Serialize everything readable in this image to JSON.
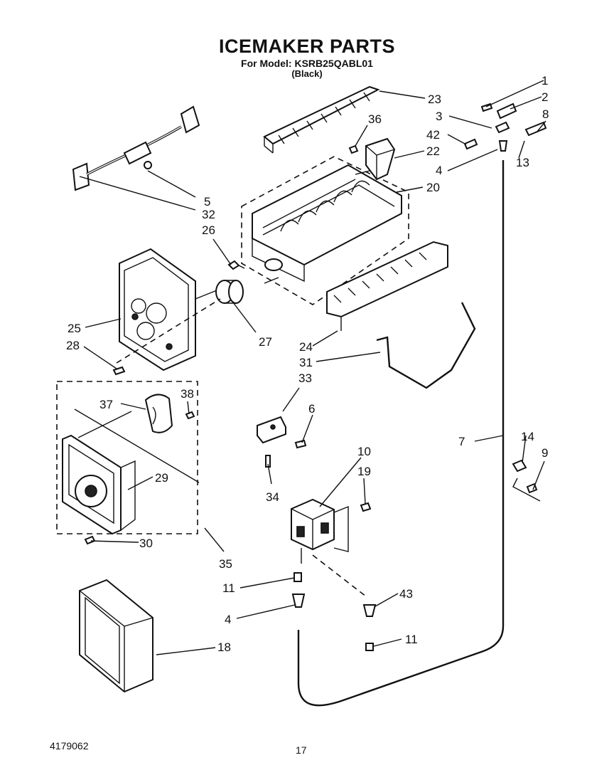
{
  "header": {
    "title": "ICEMAKER PARTS",
    "model_line": "For Model: KSRB25QABL01",
    "color_line": "(Black)"
  },
  "footer": {
    "document_number": "4179062",
    "page_number": "17"
  },
  "callouts": {
    "c1": "1",
    "c2": "2",
    "c3": "3",
    "c4a": "4",
    "c4b": "4",
    "c5": "5",
    "c6": "6",
    "c7": "7",
    "c8": "8",
    "c9": "9",
    "c10": "10",
    "c11a": "11",
    "c11b": "11",
    "c13": "13",
    "c14": "14",
    "c18": "18",
    "c19": "19",
    "c20": "20",
    "c22": "22",
    "c23": "23",
    "c24": "24",
    "c25": "25",
    "c26": "26",
    "c27": "27",
    "c28": "28",
    "c29": "29",
    "c30": "30",
    "c31": "31",
    "c32": "32",
    "c33": "33",
    "c34": "34",
    "c35": "35",
    "c36": "36",
    "c37": "37",
    "c38": "38",
    "c42": "42",
    "c43": "43"
  }
}
